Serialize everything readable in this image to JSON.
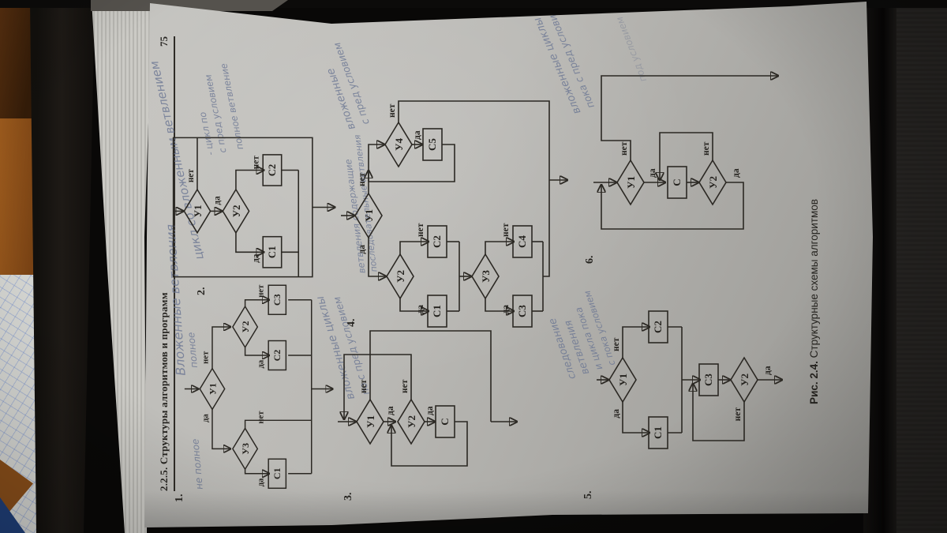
{
  "photo": {
    "header_section": "2.2.5. Структуры алгоритмов и программ",
    "page_number": "75",
    "caption_bold": "Рис. 2.4.",
    "caption_rest": " Структурные схемы алгоритмов"
  },
  "labels": {
    "da": "да",
    "net": "нет"
  },
  "diagrams": {
    "d1": {
      "num": "1.",
      "u1": "У1",
      "u2": "У2",
      "u3": "У3",
      "c1": "С1",
      "c2": "С2",
      "c3": "С3"
    },
    "d2": {
      "num": "2.",
      "u1": "У1",
      "u2": "У2",
      "c1": "С1",
      "c2": "С2"
    },
    "d3": {
      "num": "3.",
      "u1": "У1",
      "u2": "У2",
      "c": "С"
    },
    "d4": {
      "num": "4.",
      "u1": "У1",
      "u2": "У2",
      "u3": "У3",
      "u4": "У4",
      "c1": "С1",
      "c2": "С2",
      "c3": "С3",
      "c4": "С4",
      "c5": "С5"
    },
    "d5": {
      "num": "5.",
      "u1": "У1",
      "u2": "У2",
      "c1": "С1",
      "c2": "С2",
      "c3": "С3"
    },
    "d6": {
      "num": "6.",
      "u1": "У1",
      "u2": "У2",
      "c": "С"
    }
  },
  "annotations": {
    "a1_title": "Вложенные ветвления",
    "a1_left": "не полное",
    "a1_right": "полное",
    "a2_diag": "цикл со вложенным ветвлением",
    "a2_l1": "- цикл по",
    "a2_l2": "с пред условием",
    "a2_l3": "полное ветвление",
    "a3_l1": "вложенные циклы",
    "a3_l2": "по с пред условием",
    "a4_l1": "вложенные",
    "a4_l2": "с пред условием",
    "a4_l3": "ветвления содержащие",
    "a4_l4": "последовательные ветвления",
    "a5_l1": "следование",
    "a5_l2": "ветвления",
    "a5_l3": "и цикла пока",
    "a5_l4": "с пока условием",
    "a6_l1": "вложенные циклы",
    "a6_l2": "пока с пред условием",
    "a6_l3": "под условием"
  },
  "colors": {
    "paper": "#b8b7b3",
    "ink": "#2b2823",
    "pen_ink": "#6d7894",
    "pencil": "#8f939e"
  }
}
